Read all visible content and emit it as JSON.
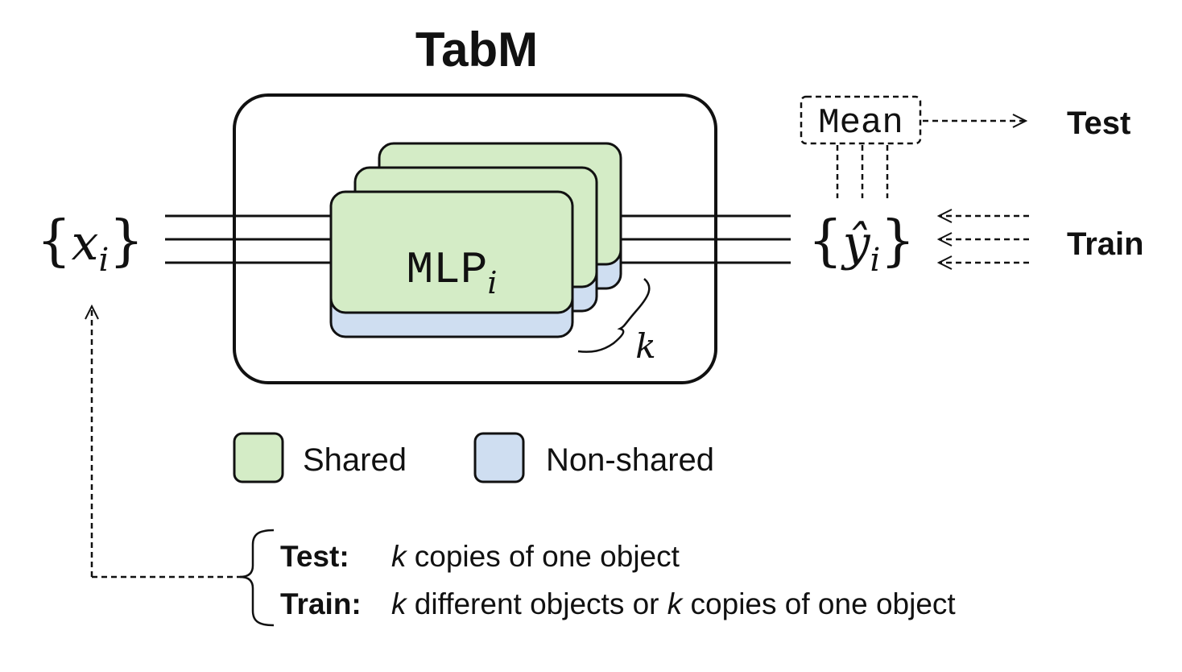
{
  "title": "TabM",
  "input": {
    "base": "x",
    "sub": "i"
  },
  "block": {
    "base": "MLP",
    "sub": "i"
  },
  "copies": "k",
  "output": {
    "base": "ŷ",
    "sub": "i"
  },
  "mean_label": "Mean",
  "modes": {
    "test": "Test",
    "train": "Train"
  },
  "legend": {
    "shared": {
      "label": "Shared",
      "color": "#d4ecc6"
    },
    "non_shared": {
      "label": "Non-shared",
      "color": "#cfdef1"
    }
  },
  "notes": {
    "test_label": "Test:",
    "test_k": "k",
    "test_text": " copies of one object",
    "train_label": "Train:",
    "train_k1": "k",
    "train_mid": " different objects or ",
    "train_k2": "k",
    "train_text": " copies of one object"
  }
}
